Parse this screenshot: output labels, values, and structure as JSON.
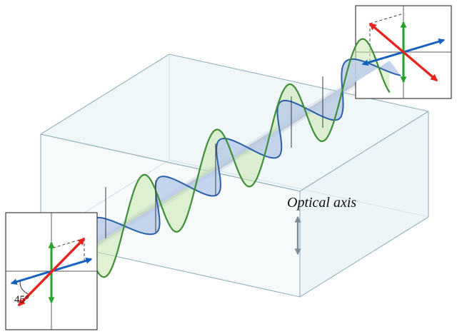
{
  "labels": {
    "optical_axis": "Optical axis",
    "angle_45": "45°"
  },
  "colors": {
    "wave_green_stroke": "#3f8f37",
    "wave_green_fill": "#cbe7b0",
    "wave_blue_stroke": "#2b5fa8",
    "wave_blue_fill": "#bccdea",
    "beam": "#bdc9db",
    "box_stroke": "#93b2bc",
    "box_fill": "#e2eff3",
    "arrow_red": "#e8231d",
    "arrow_blue": "#1660c0",
    "arrow_green": "#27a02c",
    "arrow_gray": "#7d8c9b",
    "panel_border": "#3c3c3c",
    "text": "#111111"
  },
  "icons": {
    "optical_axis_arrow": "double-headed-vertical-arrow",
    "polarization_arrows": "double-headed-arrows-red-blue-green"
  }
}
